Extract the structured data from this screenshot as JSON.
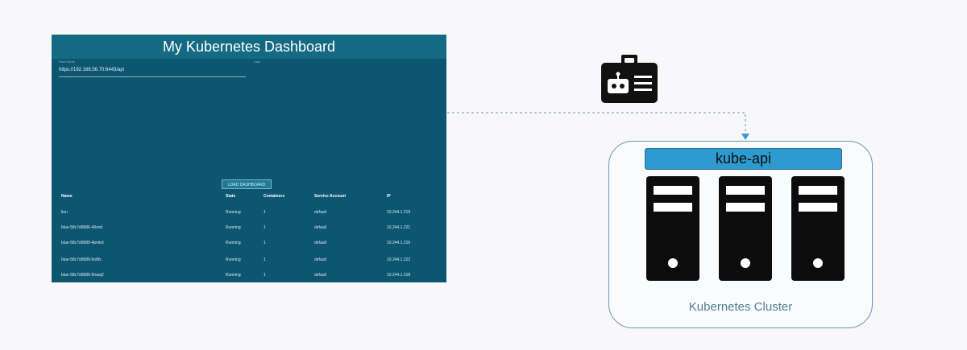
{
  "dashboard": {
    "title": "My Kubernetes Dashboard",
    "host_label": "Host Name",
    "host_value": "https://192.168.56.70:6443/api",
    "user_label": "User",
    "load_button": "LOAD DASHBOARD",
    "columns": [
      "Name",
      "State",
      "Containers",
      "Service Account",
      "IP"
    ],
    "rows": [
      [
        "lion",
        "Running",
        "1",
        "default",
        "10.244.1.219"
      ],
      [
        "blue-58c7d9686-49xnd",
        "Running",
        "1",
        "default",
        "10.244.1.221"
      ],
      [
        "blue-58c7d9686-4pmkd",
        "Running",
        "1",
        "default",
        "10.244.1.216"
      ],
      [
        "blue-58c7d9686-5n8fs",
        "Running",
        "1",
        "default",
        "10.244.1.222"
      ],
      [
        "blue-58c7d9686-9maq2",
        "Running",
        "1",
        "default",
        "10.244.1.218"
      ]
    ],
    "colors": {
      "panel": "#0d5672",
      "header": "#146a83"
    }
  },
  "cluster": {
    "api_label": "kube-api",
    "name": "Kubernetes Cluster",
    "server_count": 3,
    "colors": {
      "api_fill": "#2e9bd0",
      "border": "#6a97b3",
      "server": "#0c0c0c"
    }
  },
  "icons": {
    "badge": "id-badge-robot-icon",
    "server": "server-tower-icon"
  }
}
